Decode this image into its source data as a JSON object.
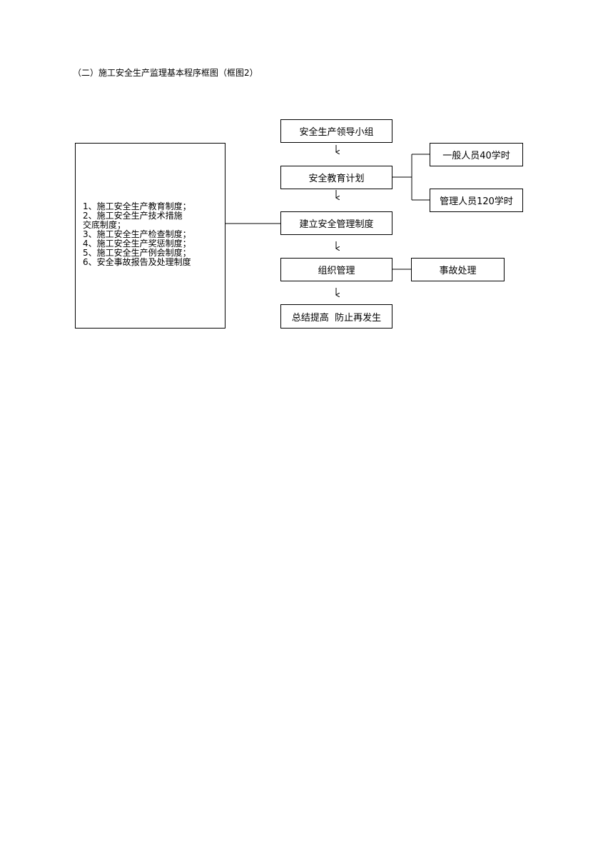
{
  "title": "（二）施工安全生产监理基本程序框图（框图2）",
  "flow": {
    "leadership_group": "安全生产领导小组",
    "education_plan": "安全教育计划",
    "general_staff": "一般人员40学时",
    "management_staff": "管理人员120学时",
    "management_system": "建立安全管理制度",
    "organize_management": "组织管理",
    "accident_handling": "事故处理",
    "summary": "总结提高  防止再发生"
  },
  "systems_list": [
    "1、施工安全生产教育制度；",
    "2、施工安全生产技术措施",
    "交底制度；",
    "3、施工安全生产检查制度；",
    "4、施工安全生产奖惩制度；",
    "5、施工安全生产例会制度；",
    "6、安全事故报告及处理制度"
  ]
}
